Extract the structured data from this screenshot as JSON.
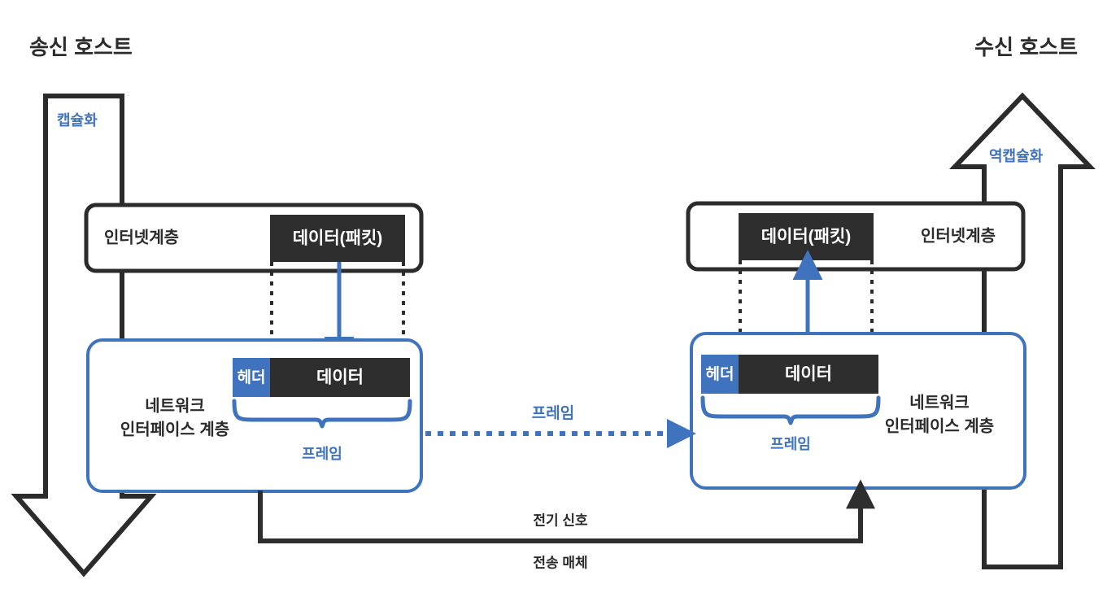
{
  "diagram": {
    "title_left": "송신 호스트",
    "title_right": "수신 호스트",
    "colors": {
      "accent_blue": "#3f73bd",
      "block_dark": "#2e2e2e",
      "outline_black": "#2b2b2b",
      "background": "#ffffff"
    },
    "left_host": {
      "flow_label": "캡슐화",
      "internet_layer": {
        "name": "인터넷계층",
        "block": "데이터(패킷)"
      },
      "network_interface_layer": {
        "name_line1": "네트워크",
        "name_line2": "인터페이스 계층",
        "header_block": "헤더",
        "data_block": "데이터",
        "brace_label": "프레임"
      }
    },
    "right_host": {
      "flow_label": "역캡슐화",
      "internet_layer": {
        "name": "인터넷계층",
        "block": "데이터(패킷)"
      },
      "network_interface_layer": {
        "name_line1": "네트워크",
        "name_line2": "인터페이스 계층",
        "header_block": "헤더",
        "data_block": "데이터",
        "brace_label": "프레임"
      }
    },
    "middle": {
      "frame_label": "프레임",
      "signal_label": "전기 신호",
      "medium_label": "전송 매체"
    }
  }
}
